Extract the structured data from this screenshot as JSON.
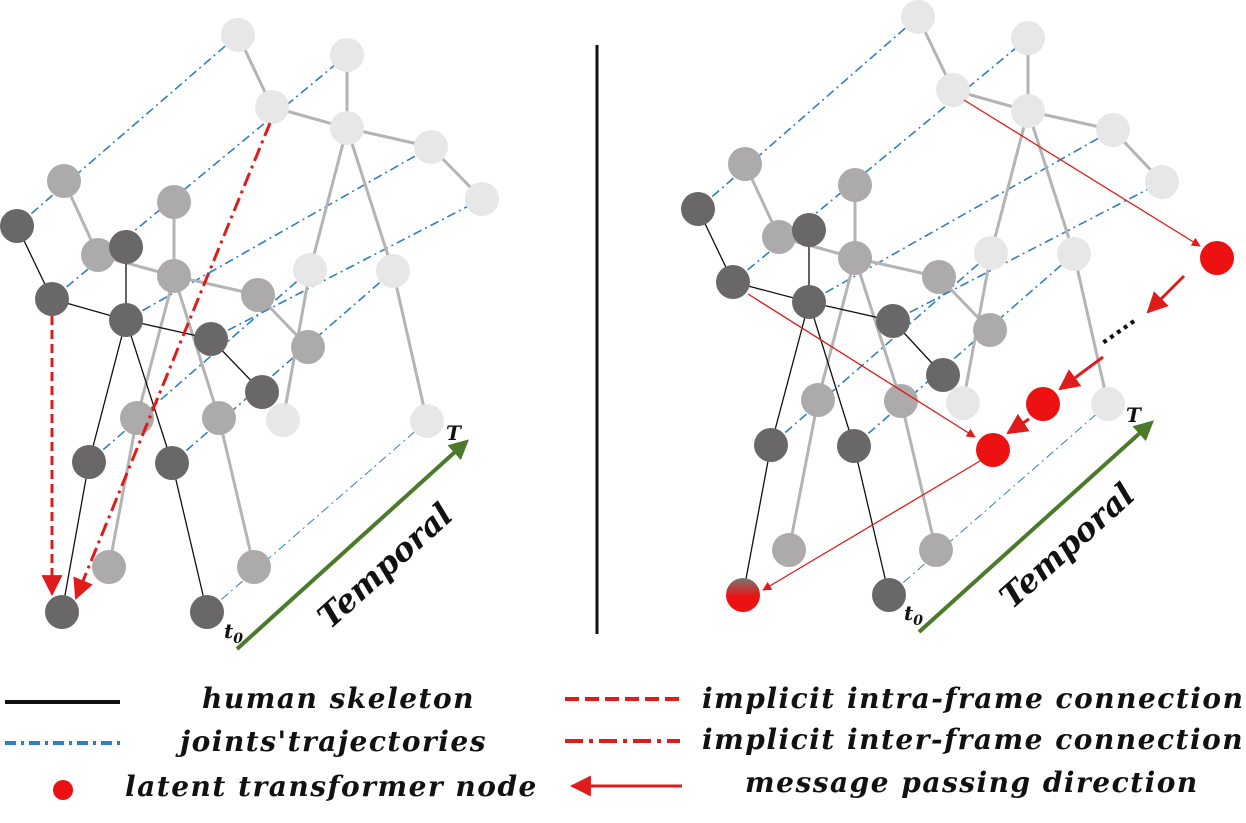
{
  "colors": {
    "skeleton": "#111111",
    "trajectory": "#2f7fc0",
    "implicit": "#e01b1b",
    "latent_node": "#ee1111",
    "temporal_axis": "#4a7a2a",
    "joint_dark": "#696768",
    "joint_mid": "#acaaab",
    "joint_light": "#e7e7e7",
    "bone_gray": "#b4b4b4",
    "divider": "#111111"
  },
  "left_panel": {
    "temporal_label": "Temporal",
    "t_start": "t",
    "t_start_sub": "0",
    "t_end": "T"
  },
  "right_panel": {
    "temporal_label": "Temporal",
    "t_start": "t",
    "t_start_sub": "0",
    "t_end": "T",
    "ellipsis": "·····"
  },
  "legend": {
    "human_skeleton": "human skeleton",
    "joints_trajectories": "joints'trajectories",
    "latent_transformer_node": "latent transformer node",
    "implicit_intra_frame": "implicit intra-frame connection",
    "implicit_inter_frame": "implicit inter-frame connection",
    "message_passing": "message passing direction"
  }
}
